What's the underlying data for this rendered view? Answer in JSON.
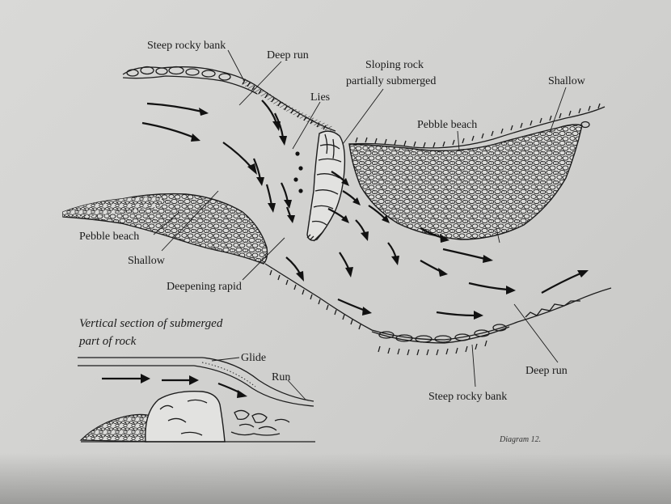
{
  "labels": {
    "steep_rocky_bank_top": "Steep rocky bank",
    "deep_run_top": "Deep run",
    "sloping_rock_line1": "Sloping rock",
    "sloping_rock_line2": "partially submerged",
    "lies": "Lies",
    "shallow_right": "Shallow",
    "pebble_beach_right": "Pebble beach",
    "pebble_beach_left": "Pebble beach",
    "shallow_left": "Shallow",
    "deepening_rapid": "Deepening rapid",
    "deep_run_bottom": "Deep run",
    "steep_rocky_bank_bottom": "Steep rocky bank"
  },
  "inset": {
    "title_line1": "Vertical section of submerged",
    "title_line2": "part of rock",
    "glide": "Glide",
    "run": "Run"
  },
  "caption": "Diagram 12."
}
